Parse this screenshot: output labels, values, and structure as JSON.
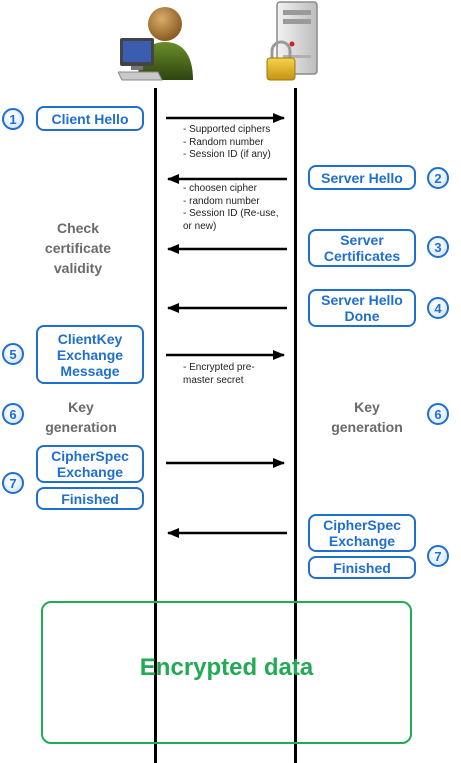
{
  "client_steps": {
    "client_hello": "Client Hello",
    "client_key_exchange": [
      "ClientKey",
      "Exchange",
      "Message"
    ],
    "cipher_spec": [
      "CipherSpec",
      "Exchange"
    ],
    "finished": "Finished"
  },
  "server_steps": {
    "server_hello": "Server Hello",
    "server_certificates": [
      "Server",
      "Certificates"
    ],
    "server_hello_done": [
      "Server Hello",
      "Done"
    ],
    "cipher_spec": [
      "CipherSpec",
      "Exchange"
    ],
    "finished": "Finished"
  },
  "step_numbers": {
    "s1": "1",
    "s2": "2",
    "s3": "3",
    "s4": "4",
    "s5": "5",
    "s6_left": "6",
    "s6_right": "6",
    "s7_left": "7",
    "s7_right": "7"
  },
  "labels": {
    "check_cert": [
      "Check",
      "certificate",
      "validity"
    ],
    "key_gen_left": [
      "Key",
      "generation"
    ],
    "key_gen_right": [
      "Key",
      "generation"
    ]
  },
  "notes": {
    "client_hello_details": [
      "- Supported ciphers",
      "- Random number",
      "- Session ID (if any)"
    ],
    "server_hello_details": [
      "- choosen cipher",
      "- random number",
      "- Session ID (Re-use,",
      "or new)"
    ],
    "key_exchange_details": [
      "- Encrypted pre-",
      "master secret"
    ]
  },
  "encrypted": {
    "label": "Encrypted data"
  },
  "colors": {
    "accent": "#1f6fd1",
    "encrypted": "#22aa55",
    "label_grey": "#6a6a6a"
  },
  "icons": {
    "client": "user-computer-icon",
    "server": "server-lock-icon"
  }
}
